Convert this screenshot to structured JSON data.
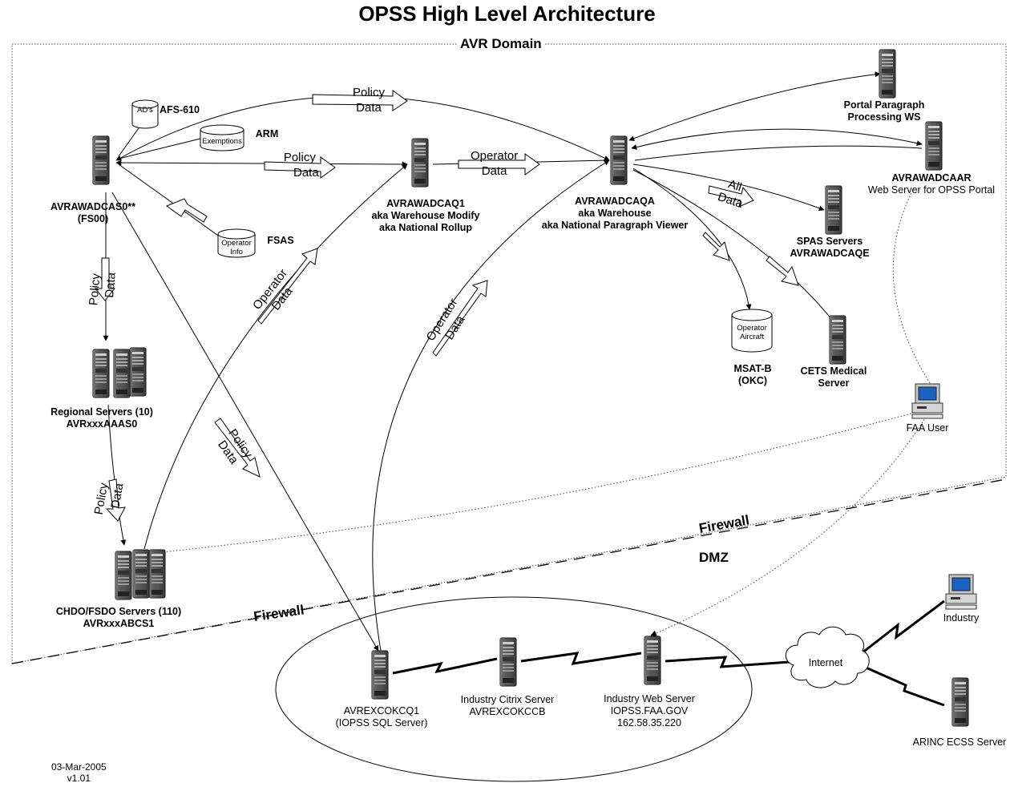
{
  "title": "OPSS High Level Architecture",
  "domain_label": "AVR Domain",
  "dmz_label": "DMZ",
  "firewall_label": "Firewall",
  "footer": {
    "date": "03-Mar-2005",
    "version": "v1.01"
  },
  "datastores": {
    "ads": "AD's",
    "exemptions": "Exemptions",
    "operator_info": [
      "Operator",
      "Info"
    ],
    "operator_aircraft": [
      "Operator",
      "Aircraft"
    ]
  },
  "side_labels": {
    "afs610": "AFS-610",
    "arm": "ARM",
    "fsas": "FSAS"
  },
  "nodes": {
    "fs00": [
      "AVRAWADCAS0**",
      "(FS00)"
    ],
    "caq1": [
      "AVRAWADCAQ1",
      "aka Warehouse Modify",
      "aka National Rollup"
    ],
    "caqa": [
      "AVRAWADCAQA",
      "aka Warehouse",
      "aka National Paragraph Viewer"
    ],
    "portal_ws": [
      "Portal Paragraph",
      "Processing WS"
    ],
    "caar_name": "AVRAWADCAAR",
    "caar_desc": "Web Server for OPSS Portal",
    "spas": [
      "SPAS Servers",
      "AVRAWADCAQE"
    ],
    "msat": [
      "MSAT-B",
      "(OKC)"
    ],
    "cets": [
      "CETS Medical",
      "Server"
    ],
    "regional": [
      "Regional Servers (10)",
      "AVRxxxAAAS0"
    ],
    "chdo": [
      "CHDO/FSDO Servers (110)",
      "AVRxxxABCS1"
    ],
    "faa_user": "FAA User",
    "sql": [
      "AVREXCOKCQ1",
      "(IOPSS SQL Server)"
    ],
    "citrix": [
      "Industry Citrix Server",
      "AVREXCOKCCB"
    ],
    "webserver": [
      "Industry Web Server",
      "IOPSS.FAA.GOV",
      "162.58.35.220"
    ],
    "internet": "Internet",
    "industry": "Industry",
    "arinc": "ARINC ECSS Server"
  },
  "flows": {
    "policy_data": [
      "Policy",
      "Data"
    ],
    "operator_data": [
      "Operator",
      "Data"
    ],
    "all_data": [
      "All",
      "Data"
    ]
  }
}
